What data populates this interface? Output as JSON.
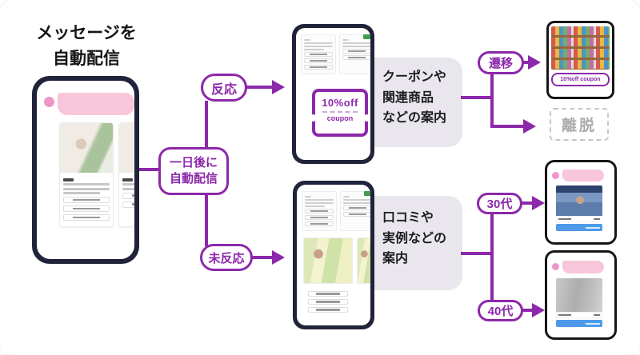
{
  "colors": {
    "purple": "#8C28AA",
    "pink": "#F8C6DB",
    "pinkdot": "#EE96C9",
    "graybox": "#E9E7ED",
    "phoneframe": "#20233A",
    "blue": "#4D9BE8",
    "muted": "#ABABAB"
  },
  "title": {
    "line1": "メッセージを",
    "line2": "自動配信"
  },
  "trigger": {
    "line1": "一日後に",
    "line2": "自動配信"
  },
  "branches": {
    "reacted": "反応",
    "unreacted": "未反応"
  },
  "coupon": {
    "discount": "10%off",
    "label": "coupon"
  },
  "info_top": {
    "line1": "クーポンや",
    "line2": "関連商品",
    "line3": "などの案内"
  },
  "info_bottom": {
    "line1": "口コミや",
    "line2": "実例などの",
    "line3": "案内"
  },
  "outcomes": {
    "transition": "遷移",
    "exit": "離脱",
    "seg30": "30代",
    "seg40": "40代"
  },
  "shelf": {
    "chip": "10%off coupon"
  }
}
